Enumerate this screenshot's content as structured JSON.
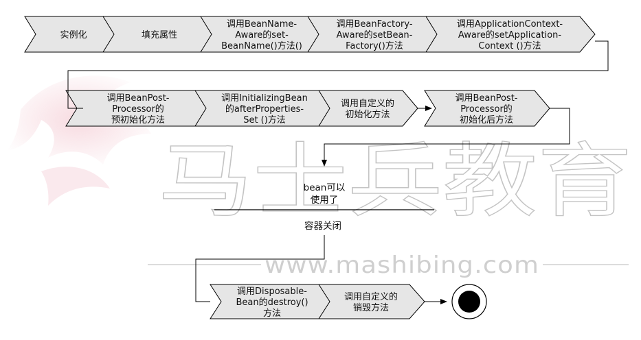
{
  "watermark": {
    "brand": "马士兵教育",
    "url": "www.mashibing.com"
  },
  "row1": [
    {
      "id": "instantiate",
      "lines": [
        "实例化"
      ]
    },
    {
      "id": "populate-properties",
      "lines": [
        "填充属性"
      ]
    },
    {
      "id": "set-bean-name",
      "lines": [
        "调用BeanName-",
        "Aware的set-",
        "BeanName()方法()"
      ]
    },
    {
      "id": "set-bean-factory",
      "lines": [
        "调用BeanFactory-",
        "Aware的setBean-",
        "Factory()方法"
      ]
    },
    {
      "id": "set-application-context",
      "lines": [
        "调用ApplicationContext-",
        "Aware的setApplication-",
        "Context ()方法"
      ]
    }
  ],
  "row2": [
    {
      "id": "post-process-before-init",
      "lines": [
        "调用BeanPost-",
        "Processor的",
        "预初始化方法"
      ]
    },
    {
      "id": "after-properties-set",
      "lines": [
        "调用InitializingBean",
        "的afterProperties-",
        "Set ()方法"
      ]
    },
    {
      "id": "custom-init-method",
      "lines": [
        "调用自定义的",
        "初始化方法"
      ]
    },
    {
      "id": "post-process-after-init",
      "lines": [
        "调用BeanPost-",
        "Processor的",
        "初始化后方法"
      ]
    }
  ],
  "ready": {
    "lines": [
      "bean可以",
      "使用了"
    ]
  },
  "container_close": {
    "label": "容器关闭"
  },
  "row3": [
    {
      "id": "disposable-destroy",
      "lines": [
        "调用Disposable-",
        "Bean的destroy()",
        "方法"
      ]
    },
    {
      "id": "custom-destroy-method",
      "lines": [
        "调用自定义的",
        "销毁方法"
      ]
    }
  ],
  "colors": {
    "box_fill": "#e6e6e6",
    "stroke": "#000000",
    "watermark": "#c4c4c4",
    "end_dot": "#000000"
  }
}
